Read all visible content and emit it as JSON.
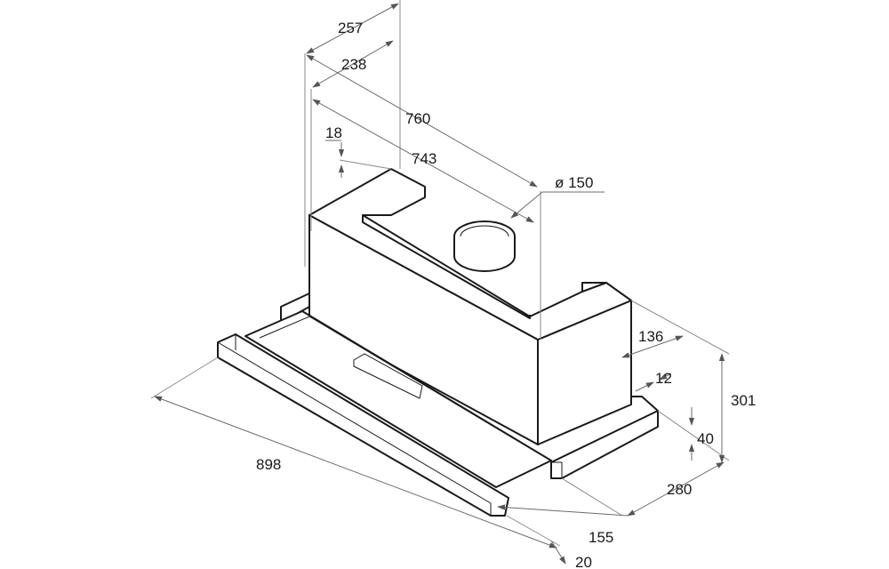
{
  "dimensions": {
    "d257": "257",
    "d238": "238",
    "d760": "760",
    "d18": "18",
    "d743": "743",
    "d150": "ø 150",
    "d136": "136",
    "d12": "12",
    "d301": "301",
    "d40": "40",
    "d280": "280",
    "d898": "898",
    "d155": "155",
    "d20": "20"
  }
}
